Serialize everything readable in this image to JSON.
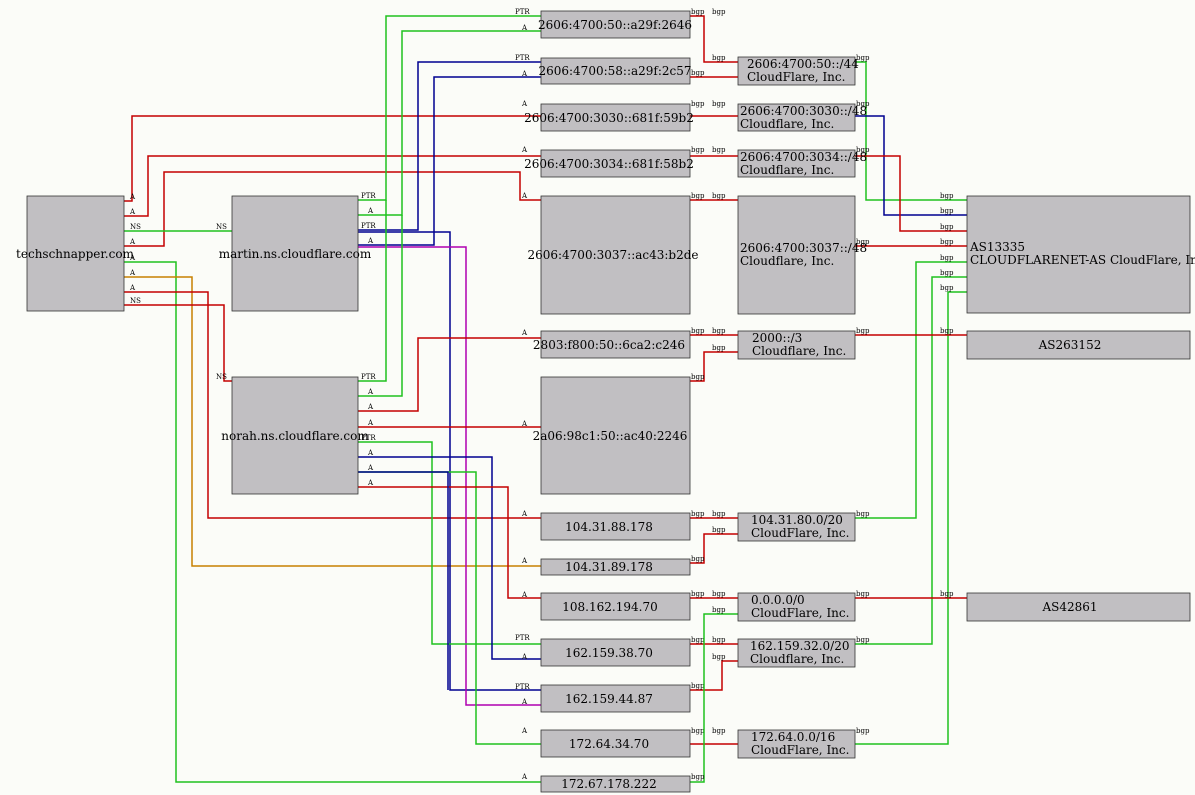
{
  "colors": {
    "background": "#fbfcf8",
    "node_fill": "#c1bfc2",
    "red": "#c40000",
    "green": "#1fc21f",
    "blue": "#000090",
    "magenta": "#b000b0",
    "orange": "#c88000"
  },
  "nodes": {
    "techschnapper": "techschnapper.com",
    "martin": "martin.ns.cloudflare.com",
    "norah": "norah.ns.cloudflare.com",
    "ip_2646": "2606:4700:50::a29f:2646",
    "ip_2c57": "2606:4700:58::a29f:2c57",
    "ip_59b2": "2606:4700:3030::681f:59b2",
    "ip_58b2": "2606:4700:3034::681f:58b2",
    "ip_b2de": "2606:4700:3037::ac43:b2de",
    "ip_c246": "2803:f800:50::6ca2:c246",
    "ip_2a06": "2a06:98c1:50::ac40:2246",
    "ip_88178": "104.31.88.178",
    "ip_89178": "104.31.89.178",
    "ip_10870": "108.162.194.70",
    "ip_3870": "162.159.38.70",
    "ip_4487": "162.159.44.87",
    "ip_3470": "172.64.34.70",
    "ip_222": "172.67.178.222",
    "pfx_44": [
      "2606:4700:50::/44",
      "CloudFlare, Inc."
    ],
    "pfx_3030": [
      "2606:4700:3030::/48",
      "Cloudflare, Inc."
    ],
    "pfx_3034": [
      "2606:4700:3034::/48",
      "Cloudflare, Inc."
    ],
    "pfx_3037": [
      "2606:4700:3037::/48",
      "Cloudflare, Inc."
    ],
    "pfx_2000": [
      "2000::/3",
      "Cloudflare, Inc."
    ],
    "pfx_10431": [
      "104.31.80.0/20",
      "CloudFlare, Inc."
    ],
    "pfx_0000": [
      "0.0.0.0/0",
      "CloudFlare, Inc."
    ],
    "pfx_16215": [
      "162.159.32.0/20",
      "Cloudflare, Inc."
    ],
    "pfx_17264": [
      "172.64.0.0/16",
      "CloudFlare, Inc."
    ],
    "as13335": [
      "AS13335",
      "CLOUDFLARENET-AS CloudFlare, Inc."
    ],
    "as263152": "AS263152",
    "as42861": "AS42861"
  },
  "edge_labels": {
    "a": "A",
    "ns": "NS",
    "ptr": "PTR",
    "bgp": "bgp"
  }
}
